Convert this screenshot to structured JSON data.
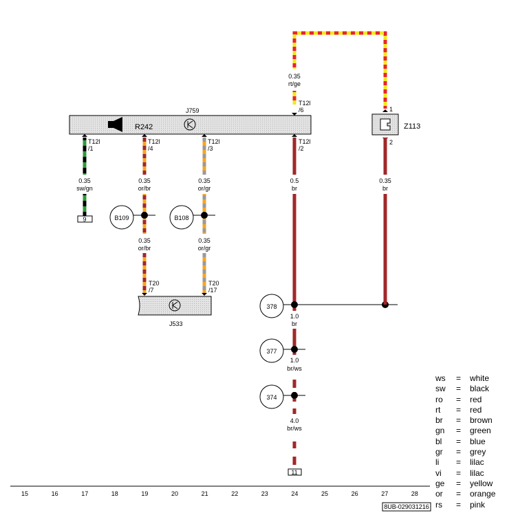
{
  "components": {
    "j759": {
      "name": "J759",
      "sub": "R242",
      "pins": {
        "p1": "T12l\n/1",
        "p4": "T12l\n/4",
        "p3": "T12l\n/3",
        "p2": "T12l\n/2",
        "p6": "T12l\n/6"
      }
    },
    "j533": {
      "name": "J533",
      "pins": {
        "p7": "T20\n/7",
        "p17": "T20\n/17"
      }
    },
    "z113": {
      "name": "Z113",
      "pin1": "1",
      "pin2": "2"
    }
  },
  "wires": {
    "w_rtge": {
      "size": "0.35",
      "color": "rt/ge"
    },
    "w_swgn": {
      "size": "0.35",
      "color": "sw/gn"
    },
    "w_orbr_top": {
      "size": "0.35",
      "color": "or/br"
    },
    "w_orbr_bot": {
      "size": "0.35",
      "color": "or/br"
    },
    "w_orgr_top": {
      "size": "0.35",
      "color": "or/gr"
    },
    "w_orgr_bot": {
      "size": "0.35",
      "color": "or/gr"
    },
    "w_br_05": {
      "size": "0.5",
      "color": "br"
    },
    "w_br_z": {
      "size": "0.35",
      "color": "br"
    },
    "w_br_10": {
      "size": "1.0",
      "color": "br"
    },
    "w_brws_10": {
      "size": "1.0",
      "color": "br/ws"
    },
    "w_brws_40": {
      "size": "4.0",
      "color": "br/ws"
    }
  },
  "connectors": {
    "b109": "B109",
    "b108": "B108"
  },
  "grounds": {
    "g378": "378",
    "g377": "377",
    "g374": "374"
  },
  "refs": {
    "ref9": "9",
    "ref11": "11"
  },
  "track_numbers": [
    "15",
    "16",
    "17",
    "18",
    "19",
    "20",
    "21",
    "22",
    "23",
    "24",
    "25",
    "26",
    "27",
    "28"
  ],
  "footer_code": "8UB-029031216",
  "legend": [
    {
      "abbr": "ws",
      "eq": "=",
      "name": "white"
    },
    {
      "abbr": "sw",
      "eq": "=",
      "name": "black"
    },
    {
      "abbr": "ro",
      "eq": "=",
      "name": "red"
    },
    {
      "abbr": "rt",
      "eq": "=",
      "name": "red"
    },
    {
      "abbr": "br",
      "eq": "=",
      "name": "brown"
    },
    {
      "abbr": "gn",
      "eq": "=",
      "name": "green"
    },
    {
      "abbr": "bl",
      "eq": "=",
      "name": "blue"
    },
    {
      "abbr": "gr",
      "eq": "=",
      "name": "grey"
    },
    {
      "abbr": "li",
      "eq": "=",
      "name": "lilac"
    },
    {
      "abbr": "vi",
      "eq": "=",
      "name": "lilac"
    },
    {
      "abbr": "ge",
      "eq": "=",
      "name": "yellow"
    },
    {
      "abbr": "or",
      "eq": "=",
      "name": "orange"
    },
    {
      "abbr": "rs",
      "eq": "=",
      "name": "pink"
    }
  ],
  "colors": {
    "brown": "#a0282a",
    "red": "#e8252a",
    "yellow": "#f2e81a",
    "orange": "#f5a623",
    "green": "#2e9a3a",
    "grey": "#9a9a9a",
    "black": "#000000",
    "box_fill": "#d9d9d9"
  }
}
